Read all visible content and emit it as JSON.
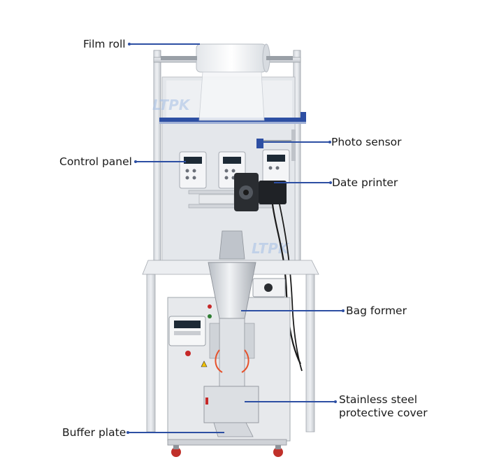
{
  "photo": {
    "subject": "vertical packaging machine",
    "watermark": "LTPK",
    "colors": {
      "background": "#ffffff",
      "steel": "#c9ccd1",
      "steel_dark": "#8e939a",
      "frame_blue": "#2d4fa3",
      "panel_display": "#1d2a36",
      "cable": "#1b1b1b",
      "leader_line": "#2d4fa3"
    }
  },
  "labels": {
    "film_roll": "Film roll",
    "control_panel": "Control panel",
    "photo_sensor": "Photo sensor",
    "date_printer": "Date printer",
    "bag_former": "Bag former",
    "stainless_steel_cover": "Stainless steel\nprotective cover",
    "buffer_plate": "Buffer plate"
  }
}
